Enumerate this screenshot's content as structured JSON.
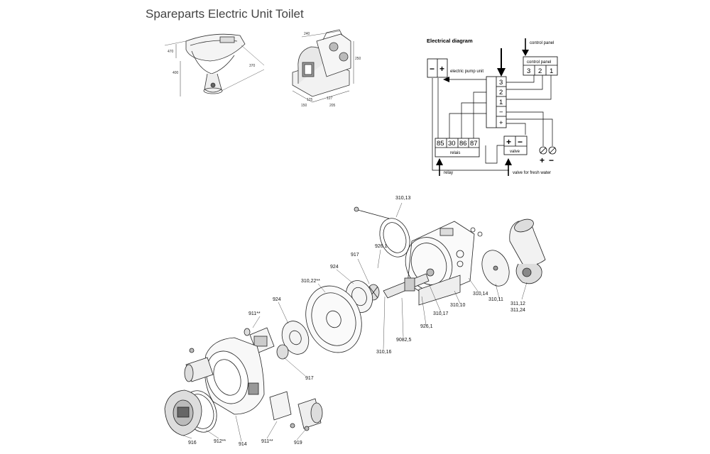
{
  "title": "Spareparts Electric Unit Toilet",
  "dimensions": {
    "toilet": [
      "470",
      "400",
      "370"
    ],
    "unit": [
      "240",
      "250",
      "125",
      "150",
      "127",
      "205"
    ]
  },
  "electrical": {
    "title": "Electrical diagram",
    "control_panel_arrow": "control panel",
    "control_panel_box": "control panel",
    "control_panel_terminals": [
      "3",
      "2",
      "1"
    ],
    "pump_unit_label": "electric pump unit",
    "pump_terminals": [
      "3",
      "2",
      "1",
      "−",
      "+"
    ],
    "pump_left_terminals": [
      "−",
      "+"
    ],
    "relais_terminals": [
      "85",
      "30",
      "86",
      "87"
    ],
    "relais_label": "relais",
    "valve_terminals": [
      "+",
      "−"
    ],
    "valve_label": "valve",
    "relay_label": "relay",
    "valve_fresh_label": "valve for fresh water",
    "power_signs": [
      "+",
      "−"
    ]
  },
  "parts": [
    {
      "id": "310,13"
    },
    {
      "id": "926,1"
    },
    {
      "id": "917"
    },
    {
      "id": "924"
    },
    {
      "id": "310,22**"
    },
    {
      "id": "924"
    },
    {
      "id": "911**"
    },
    {
      "id": "310,14"
    },
    {
      "id": "310,11"
    },
    {
      "id": "311,12"
    },
    {
      "id": "311,24"
    },
    {
      "id": "310,10"
    },
    {
      "id": "310,17"
    },
    {
      "id": "926,1"
    },
    {
      "id": "9082,5"
    },
    {
      "id": "310,16"
    },
    {
      "id": "917"
    },
    {
      "id": "916"
    },
    {
      "id": "912**"
    },
    {
      "id": "914"
    },
    {
      "id": "911**"
    },
    {
      "id": "919"
    }
  ]
}
